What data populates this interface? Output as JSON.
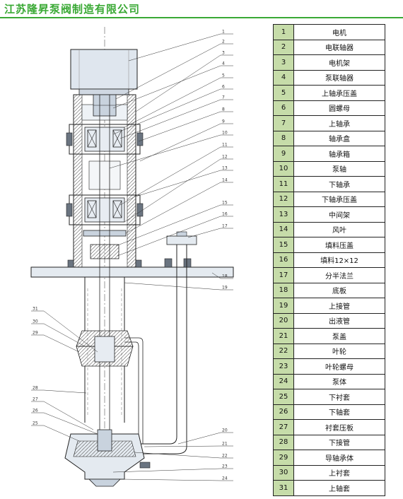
{
  "header": {
    "company": "江苏隆昇泵阀制造有限公司",
    "accent": "#3aa935"
  },
  "table_colors": {
    "number_cell": "#c6dca9",
    "name_cell": "#ffffff"
  },
  "parts": [
    {
      "no": "1",
      "name": "电机"
    },
    {
      "no": "2",
      "name": "电联轴器"
    },
    {
      "no": "3",
      "name": "电机架"
    },
    {
      "no": "4",
      "name": "泵联轴器"
    },
    {
      "no": "5",
      "name": "上轴承压盖"
    },
    {
      "no": "6",
      "name": "圆螺母"
    },
    {
      "no": "7",
      "name": "上轴承"
    },
    {
      "no": "8",
      "name": "轴承盒"
    },
    {
      "no": "9",
      "name": "轴承箱"
    },
    {
      "no": "10",
      "name": "泵轴"
    },
    {
      "no": "11",
      "name": "下轴承"
    },
    {
      "no": "12",
      "name": "下轴承压盖"
    },
    {
      "no": "13",
      "name": "中间架"
    },
    {
      "no": "14",
      "name": "风叶"
    },
    {
      "no": "15",
      "name": "填料压盖"
    },
    {
      "no": "16",
      "name": "填料12×12"
    },
    {
      "no": "17",
      "name": "分半法兰"
    },
    {
      "no": "18",
      "name": "底板"
    },
    {
      "no": "19",
      "name": "上接管"
    },
    {
      "no": "20",
      "name": "出液管"
    },
    {
      "no": "21",
      "name": "泵盖"
    },
    {
      "no": "22",
      "name": "叶轮"
    },
    {
      "no": "23",
      "name": "叶轮螺母"
    },
    {
      "no": "24",
      "name": "泵体"
    },
    {
      "no": "25",
      "name": "下衬套"
    },
    {
      "no": "26",
      "name": "下轴套"
    },
    {
      "no": "27",
      "name": "衬套压板"
    },
    {
      "no": "28",
      "name": "下接管"
    },
    {
      "no": "29",
      "name": "导轴承体"
    },
    {
      "no": "30",
      "name": "上衬套"
    },
    {
      "no": "31",
      "name": "上轴套"
    }
  ],
  "callouts": {
    "right": [
      "1",
      "2",
      "3",
      "4",
      "5",
      "6",
      "7",
      "8",
      "9",
      "10",
      "11",
      "12",
      "13",
      "14",
      "15",
      "16",
      "17",
      "18",
      "19",
      "20",
      "21",
      "22",
      "23",
      "24"
    ],
    "left": [
      "31",
      "30",
      "29",
      "28",
      "27",
      "26",
      "25"
    ]
  }
}
